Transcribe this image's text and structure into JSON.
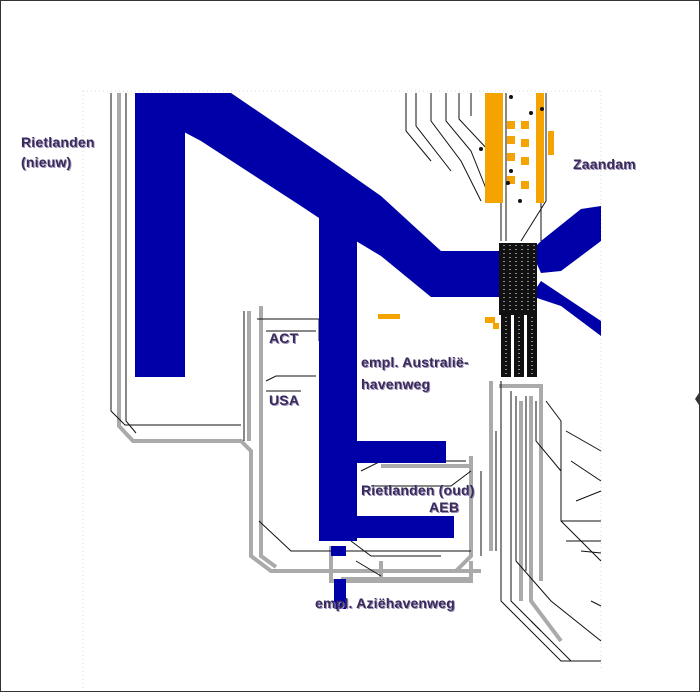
{
  "map": {
    "labels": {
      "rietlanden_nieuw_line1": "Rietlanden",
      "rietlanden_nieuw_line2": "(nieuw)",
      "zaandam": "Zaandam",
      "act": "ACT",
      "usa": "USA",
      "empl_australie_line1": "empl. Australië-",
      "empl_australie_line2": "havenweg",
      "rietlanden_oud": "Rietlanden (oud)",
      "aeb": "AEB",
      "empl_azie": "empl. Aziëhavenweg"
    },
    "colors": {
      "main_track": "#0000a8",
      "siding": "#aaaaaa",
      "freight": "#f5a300",
      "thin_track": "#000000",
      "label_text": "#3a2a5a"
    }
  }
}
